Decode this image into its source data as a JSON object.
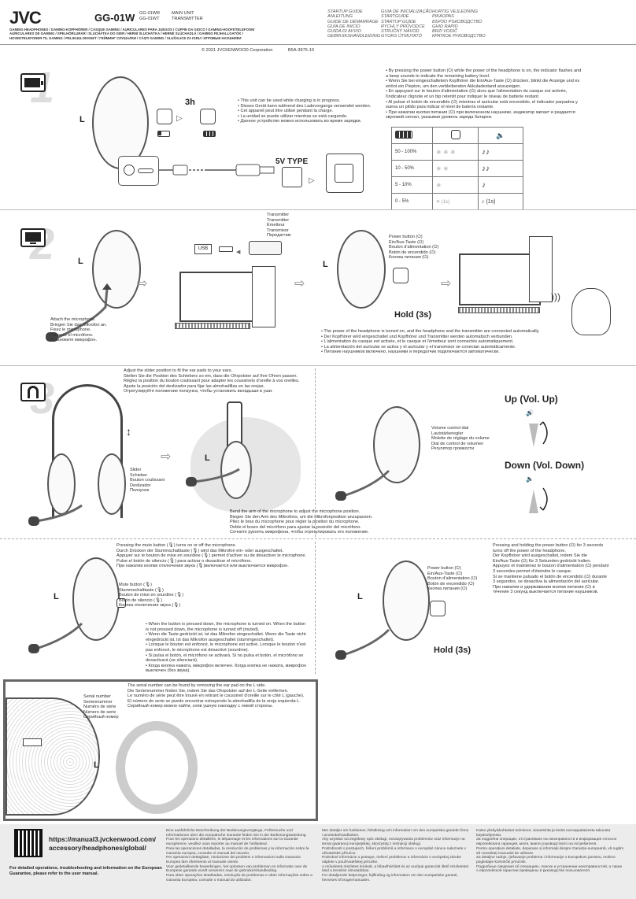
{
  "header": {
    "brand": "JVC",
    "model": "GG-01W",
    "model_codes": [
      "GG-01WR",
      "GG-01WT"
    ],
    "unit_names": [
      "MAIN UNIT",
      "TRANSMITTER"
    ],
    "subtitle_line1": "GAMING HEADPHONES / GAMING-KOPFHÖRER / CASQUE GAMING / AURICULARES PARA JUEGOS / CUFFIE DA GIOCO / GAMING-HOOFDTELEFOON/",
    "subtitle_line2": "AURICULARES DE GAMING / SPELHÖRLURAR / SLUCHÁTKA DO GIER / HERNÍ SLUCHÁTKA / HERNÉ SLÚCHADLÁ / GAMING FEJHALLGATÓK /",
    "subtitle_line3": "HOVEDTELEFONER TIL GAMING / PELIKUULOKKEET / ГЕЙМИНГ СЛУШАЛКИ / CĂȘTI GAMING / SLUŠALICE ZA IGRU / ИГРОВЫЕ НАУШНИКИ",
    "guide_col1": [
      "STARTUP GUIDE",
      "ANLEITUNG",
      "GUIDE DE DÉMARRAGE",
      "GUÍA DE INICIO",
      "GUIDA DI AVVIO",
      "GEBRUIKSHANDLEIDING"
    ],
    "guide_col2": [
      "GUIA DE INICIALIZAÇÃO",
      "STARTGUIDE",
      "STARTUP GUIDE",
      "RYCHLÝ PRŮVODCE",
      "STRUČNÝ NÁVOD",
      "GYORS ÚTMUTATÓ"
    ],
    "guide_col3": [
      "HURTIG VEJLEDNING",
      "PIKAOPAS",
      "БЪРЗО РЪКОВОДСТВО",
      "GHID RAPID",
      "BRZI VODIČ",
      "КРАТКОЕ РУКОВОДСТВО"
    ],
    "copyright": "© 2021 JVCKENWOOD Corporation",
    "doc_code": "B5A-3975-10"
  },
  "step1": {
    "number": "1",
    "side_label": "L",
    "time": "3h",
    "notes": [
      "• This unit can be used while charging is in progress.",
      "• Dieses Gerät kann während des Ladevorgangs verwendet werden.",
      "• Cet appareil peut être utilisé pendant la charge.",
      "• La unidad se puede utilizar mientras se está cargando.",
      "• Данное устройство можно использовать во время зарядки."
    ],
    "adapter_label": "5V TYPE",
    "battery_text": [
      "• By pressing the power button (⏻) while the power of the headphone is on, the indicator flashes and",
      "  a beep sounds to indicate the remaining battery level.",
      "• Wenn Sie bei eingeschaltetem Kopfhörer die Ein/Aus-Taste (⏻) drücken, blinkt die Anzeige und es",
      "  ertönt ein Piepton, um den verbleibenden Akkuladestand anzuzeigen.",
      "• En appuyant sur le bouton d'alimentation (⏻) alors que l'alimentation du casque est activée,",
      "  l'indicateur clignote et un bip retentit pour indiquer le niveau de batterie restant.",
      "• Al pulsar el botón de encendido (⏻) mientras el auricular está encendido, el indicador parpadea y",
      "  suena un pitido para indicar el nivel de batería restante.",
      "• При нажатии кнопки питания (⏻) при включенном наушнике, индикатор мигает и раздается",
      "  звуковой сигнал, указывая уровень заряда батареи."
    ],
    "battery_levels": [
      "50 - 100%",
      "10 - 50%",
      "5 - 10%",
      "0 - 5%"
    ],
    "battery_notes": [
      "♪♪",
      "♪♪",
      "♪",
      "♪ (1s)"
    ],
    "led_notes": [
      "",
      "",
      "",
      "(1s)"
    ]
  },
  "step2": {
    "number": "2",
    "side_label": "L",
    "transmitter_labels": [
      "Transmitter",
      "Transmitter",
      "Émetteur",
      "Transmisor",
      "Передатчик"
    ],
    "usb_label": "USB",
    "mic_text": [
      "Attach the microphone.",
      "Bringen Sie das Mikrofon an.",
      "Fixez le microphone.",
      "Conecte el micrófono.",
      "Установите микрофон."
    ],
    "power_labels": [
      "Power button (⏻)",
      "Ein/Aus-Taste (⏻)",
      "Bouton d'alimentation (⏻)",
      "Botón de encendido (⏻)",
      "Кнопка питания (⏻)"
    ],
    "hold": "Hold (3s)",
    "connected_text": [
      "• The power of the headphone is turned on, and the headphone and the transmitter are connected automatically.",
      "• Der Kopfhörer wird eingeschaltet und Kopfhörer und Transmitter werden automatisch verbunden.",
      "• L'alimentation du casque est activée, et le casque et l'émetteur sont connectés automatiquement.",
      "• La alimentación del auricular se activa y el auricular y el transmisor se conectan automáticamente.",
      "• Питание наушников включено, наушники и передатчик подключаются автоматически."
    ]
  },
  "step3": {
    "number": "3",
    "slider_text": [
      "Adjust the slider position to fit the ear pads to your ears.",
      "Stellen Sie die Position des Schiebers so ein, dass die Ohrpolster auf Ihre Ohren passen.",
      "Réglez la position du bouton coulissant pour adapter les coussinets d'oreille à vos oreilles.",
      "Ajuste la posición del deslizador para fijar las almohadillas en las orejas.",
      "Отрегулируйте положение ползунка, чтобы установить вкладыши в уши."
    ],
    "slider_labels": [
      "Slider",
      "Schieber",
      "Bouton coulissant",
      "Deslizador",
      "Ползунок"
    ],
    "side_label": "L",
    "mic_arm_text": [
      "Bend the arm of the microphone to adjust the microphone position.",
      "Biegen Sie den Arm des Mikrofons, um die Mikrofonposition anzupassen.",
      "Pliez le bras du microphone pour régler la position du microphone.",
      "Doble el brazo del micrófono para ajustar la posición del micrófono.",
      "Сочните рукоять микрофона, чтобы отрегулировать его положение."
    ],
    "volume_labels": [
      "Volume control dial",
      "Lautstärkeregler",
      "Molette de réglage du volume",
      "Dial de control de volumen",
      "Регулятор громкости"
    ],
    "vol_up": "Up (Vol. Up)",
    "vol_down": "Down (Vol. Down)"
  },
  "mute": {
    "text": [
      "Pressing the mute button (🎙) turns on or off the microphone.",
      "Durch Drücken der Stummschalttaste (🎙) wird das Mikrofon ein- oder ausgeschaltet.",
      "Appuyer sur le bouton de mise en sourdine (🎙) permet d'activer ou de désactiver le microphone.",
      "Pulse el botón de silencio (🎙) para activar o desactivar el micrófono.",
      "При нажатии кнопки отключения звука (🎙)включается или выключается микрофон."
    ],
    "labels": [
      "Mute button (🎙)",
      "Stummschalttaste (🎙)",
      "Bouton de mise en sourdine (🎙)",
      "Botón de silencio (🎙)",
      "Кнопка отключения звука (🎙)"
    ],
    "side_label": "L",
    "notes": [
      "• When the button is pressed down, the microphone is turned on. When the button",
      "  is not pressed down, the microphone is turned off (muted).",
      "• Wenn die Taste gedrückt ist, ist das Mikrofon eingeschaltet. Wenn die Taste nicht",
      "  eingedrückt ist, ist das Mikrofon ausgeschaltet (stummgeschaltet).",
      "• Lorsque le bouton est enfoncé, le microphone est activé. Lorsque le bouton n'est",
      "  pas enfoncé, le microphone est désactivé (sourdine).",
      "• Si pulsa el botón, el micrófono se activará. Si no pulsa el botón, el micrófono se",
      "  desactivará (se silenciará).",
      "• Когда кнопка нажата, микрофон включен. Когда кнопка не нажата, микрофон",
      "  выключен (без звука)."
    ]
  },
  "poweroff": {
    "labels": [
      "Power button (⏻)",
      "Ein/Aus-Taste (⏻)",
      "Bouton d'alimentation (⏻)",
      "Botón de encendido (⏻)",
      "Кнопка питания (⏻)"
    ],
    "text": [
      "Pressing and holding the power button (⏻) for 3 seconds",
      "turns off the power of the headphone.",
      "Der Kopfhörer wird ausgeschaltet, indem Sie die",
      "Ein/Aus-Taste (⏻) für 3 Sekunden gedrückt halten.",
      "Appuyez et maintenez le bouton d'alimentation (⏻) pendant",
      "3 secondes permet d'éteindre le casque.",
      "Si se mantiene pulsado el botón de encendido (⏻) durante",
      "3 segundos, se desactiva la alimentación del auricular.",
      "При нажатии и удерживании кнопки питания (⏻) в",
      "течение 3 секунд выключается питание наушников."
    ],
    "side_label": "L",
    "hold": "Hold (3s)"
  },
  "serial": {
    "text": [
      "The serial number can be found by removing the ear pad on the L side.",
      "Die Seriennummer finden Sie, indem Sie das Ohrpolster auf der L-Seite entfernen.",
      "Le numéro de série peut être trouvé en retirant le coussinet d'oreille sur le côté L (gauche).",
      "El número de serie se puede encontrar extrayendo la almohadilla de la oreja izquierda L.",
      "Серийный номер можно найти, сняв ушную накладку с левой стороны."
    ],
    "labels": [
      "Serial number",
      "Seriennummer",
      "Numéro de série",
      "Número de serie",
      "Серийный номер"
    ],
    "side_label": "L"
  },
  "footer": {
    "url_line1": "https://manual3.jvckenwood.com/",
    "url_line2": "accessory/headphones/global/",
    "detail_line1": "For detailed operations, troubleshooting and information on the European",
    "detail_line2": "Guarantee, please refer to the user manual.",
    "col1": [
      "Eine ausführliche Beschreibung der Bedienungsvorgänge, Fehlersuche und",
      "Informationen über die europäische Garantie finden Sie in der Bedienungsanleitung.",
      "Pour les opérations détaillées, le dépannage et les informations sur la Garantie",
      "européenne, veuillez vous reporter au manuel de l'utilisateur.",
      "Para las operaciones detalladas, la resolución de problemas y la información sobre la",
      "Garantía europea, consulte el manual del usuario.",
      "Per operazioni dettagliate, risoluzione dei problemi e informazioni sulla Garanzia",
      "Europea fare riferimento al manuale utente.",
      "Voor gedetailleerde bewerkingen, het oplossen van problemen en informatie over de",
      "Europese garantie wordt verwezen naar de gebruikershandleiding.",
      "Para obter operações detalhadas, resolução de problemas e obter informações sobre a",
      "Garantia Europeia, consulte o manual do utilizador."
    ],
    "col2": [
      "Mer detaljer om funktioner, felsökning och information om den europeiska garantin finns",
      "i användarhandboken.",
      "Aby uzyskać szczegółowy opis obsługi, rozwiązywania problemów oraz informacje na",
      "temat gwarancji europejskiej, skorzystaj z instrukcji obsługi.",
      "Podrobnosti o postupech, řešení problémů a informace o evropské záruce naleznete v",
      "uživatelské příručce.",
      "Podrobné informácie o postupe, riešení problémov a informácie o európskej záruke",
      "nájdete v používateľskej príručke.",
      "A műveletek részletes leírását, a hibaelhárítást és az európai garanciát illető részleteket",
      "lásd a kezelési útmutatóban.",
      "For detaljerede betjeninger, fejlfinding og information om den europæiske garanti,",
      "henvises til brugermanualen."
    ],
    "col3": [
      "Katso yksityiskohtaiset toiminnot, vianetsintä ja tiedot eurooppalaisesta takuusta",
      "käyttöohjeesta.",
      "За подробни операции, отстраняване на неизправности и информация относно",
      "европейската гаранция, моля, вижте ръководството на потребителя.",
      "Pentru operațiuni detaliate, depanare și informații despre Garanția europeană, vă rugăm",
      "să consultați manualul de utilizare.",
      "Za detaljne radnje, rješavanje problema i informacije o Europskom jamstvu, molimo",
      "pogledajte korisnički priručnik.",
      "Подробные сведения об операциях, поиске и устранении неисправностей, а также",
      "о европейской гарантии приведены в руководстве пользователя."
    ]
  }
}
